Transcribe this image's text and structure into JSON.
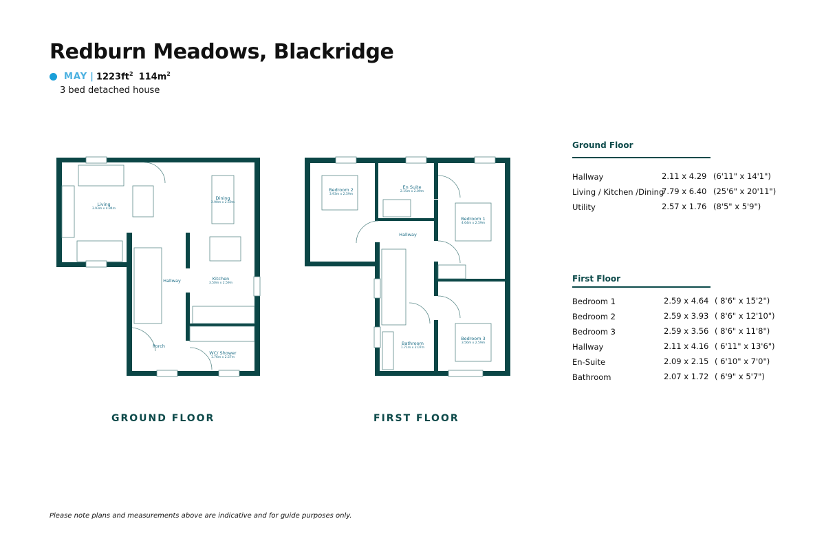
{
  "header": {
    "title": "Redburn Meadows, Blackridge",
    "house_type": "MAY",
    "separator": "|",
    "area_sqft": "1223ft",
    "area_sqm": "114m",
    "superscript": "2",
    "description": "3 bed detached house",
    "accent_color": "#1a9fd9"
  },
  "plans": {
    "wall_color": "#0b4646",
    "ground_floor_label": "GROUND FLOOR",
    "first_floor_label": "FIRST FLOOR",
    "ground_rooms": [
      {
        "name": "Living",
        "dim": "3.93m x 4.94m"
      },
      {
        "name": "Dining",
        "dim": "2.90m x 2.59m"
      },
      {
        "name": "Hallway",
        "dim": ""
      },
      {
        "name": "Kitchen",
        "dim": "3.50m x 2.59m"
      },
      {
        "name": "Porch",
        "dim": ""
      },
      {
        "name": "WC/ Shower",
        "dim": "1.76m x 2.57m"
      }
    ],
    "first_rooms": [
      {
        "name": "Bedroom 2",
        "dim": "3.93m x 2.59m"
      },
      {
        "name": "En Suite",
        "dim": "2.15m x 2.09m"
      },
      {
        "name": "Bedroom 1",
        "dim": "4.64m x 2.59m"
      },
      {
        "name": "Hallway",
        "dim": ""
      },
      {
        "name": "Bedroom 3",
        "dim": "3.56m x 2.59m"
      },
      {
        "name": "Bathroom",
        "dim": "1.71m x 2.07m"
      }
    ]
  },
  "schedule": {
    "ground": {
      "heading": "Ground Floor",
      "rows": [
        {
          "room": "Hallway",
          "metric": "2.11 x 4.29",
          "imperial": "(6'11\" x 14'1\")"
        },
        {
          "room": "Living / Kitchen /Dining",
          "metric": "7.79 x 6.40",
          "imperial": "(25'6\" x 20'11\")"
        },
        {
          "room": "Utility",
          "metric": "2.57 x 1.76",
          "imperial": "(8'5\" x 5'9\")"
        }
      ]
    },
    "first": {
      "heading": "First Floor",
      "rows": [
        {
          "room": "Bedroom 1",
          "metric": "2.59 x 4.64",
          "imperial": "( 8'6\" x 15'2\")"
        },
        {
          "room": "Bedroom 2",
          "metric": "2.59 x 3.93",
          "imperial": "( 8'6\" x 12'10\")"
        },
        {
          "room": "Bedroom 3",
          "metric": "2.59 x 3.56",
          "imperial": "( 8'6\" x 11'8\")"
        },
        {
          "room": "Hallway",
          "metric": "2.11 x 4.16",
          "imperial": "( 6'11\" x 13'6\")"
        },
        {
          "room": "En-Suite",
          "metric": "2.09 x 2.15",
          "imperial": "( 6'10\" x 7'0\")"
        },
        {
          "room": "Bathroom",
          "metric": "2.07 x 1.72",
          "imperial": "( 6'9\" x 5'7\")"
        }
      ]
    }
  },
  "footer": {
    "note": "Please note plans and measurements above are indicative and for guide purposes only."
  }
}
